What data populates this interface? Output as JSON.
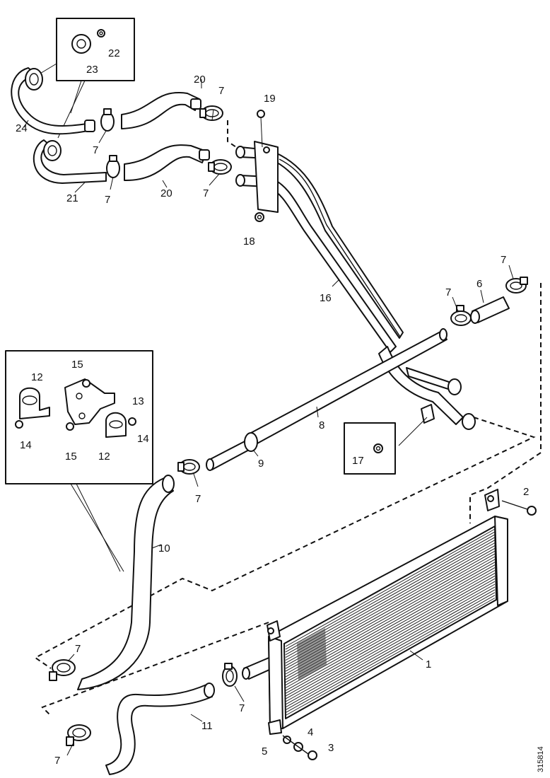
{
  "callouts": {
    "c1": "1",
    "c2": "2",
    "c3": "3",
    "c4": "4",
    "c5": "5",
    "c6": "6",
    "c7": "7",
    "c8": "8",
    "c9": "9",
    "c10": "10",
    "c11": "11",
    "c12": "12",
    "c13": "13",
    "c14": "14",
    "c15": "15",
    "c16": "16",
    "c17": "17",
    "c18": "18",
    "c19": "19",
    "c20": "20",
    "c21": "21",
    "c22": "22",
    "c23": "23",
    "c24": "24"
  },
  "reference_code": "315814"
}
